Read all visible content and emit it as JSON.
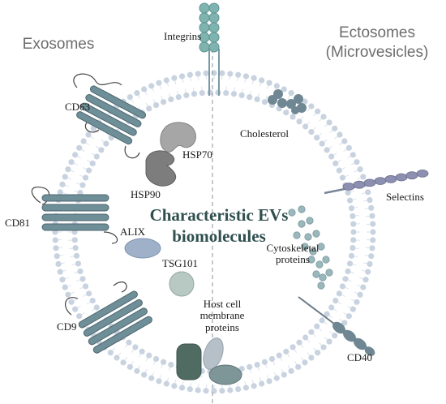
{
  "headings": {
    "left": "Exosomes",
    "right_line1": "Ectosomes",
    "right_line2": "(Microvesicles)"
  },
  "center_title": {
    "line1": "Characteristic EVs",
    "line2": "biomolecules"
  },
  "labels": {
    "integrins": "Integrins",
    "cd63": "CD63",
    "cholesterol": "Cholesterol",
    "hsp70": "HSP70",
    "hsp90": "HSP90",
    "selectins": "Selectins",
    "cd81": "CD81",
    "alix": "ALIX",
    "tsg101": "TSG101",
    "cytoskeletal_line1": "Cytoskeletal",
    "cytoskeletal_line2": "proteins",
    "host_line1": "Host cell",
    "host_line2": "membrane",
    "host_line3": "proteins",
    "cd9": "CD9",
    "cd40": "CD40"
  },
  "colors": {
    "membrane_dot": "#c9d3e0",
    "title": "#2f4f4f",
    "protein": "#6f8f98",
    "heading": "#6d6d6d"
  }
}
